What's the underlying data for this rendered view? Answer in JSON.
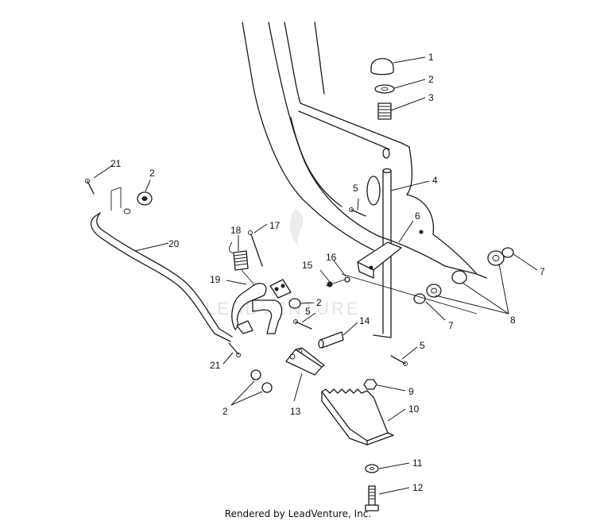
{
  "diagram": {
    "part_labels": [
      "1",
      "2",
      "3",
      "4",
      "5",
      "6",
      "7",
      "8",
      "9",
      "10",
      "11",
      "12",
      "13",
      "14",
      "15",
      "16",
      "17",
      "18",
      "19",
      "20",
      "21"
    ],
    "repeat_labels": {
      "washer_2": "2",
      "cotter_5": "5",
      "bushing_7": "7",
      "cotter_21": "21"
    },
    "watermark": "LEADVENTURE"
  },
  "footer": {
    "text": "Rendered by LeadVenture, Inc."
  }
}
